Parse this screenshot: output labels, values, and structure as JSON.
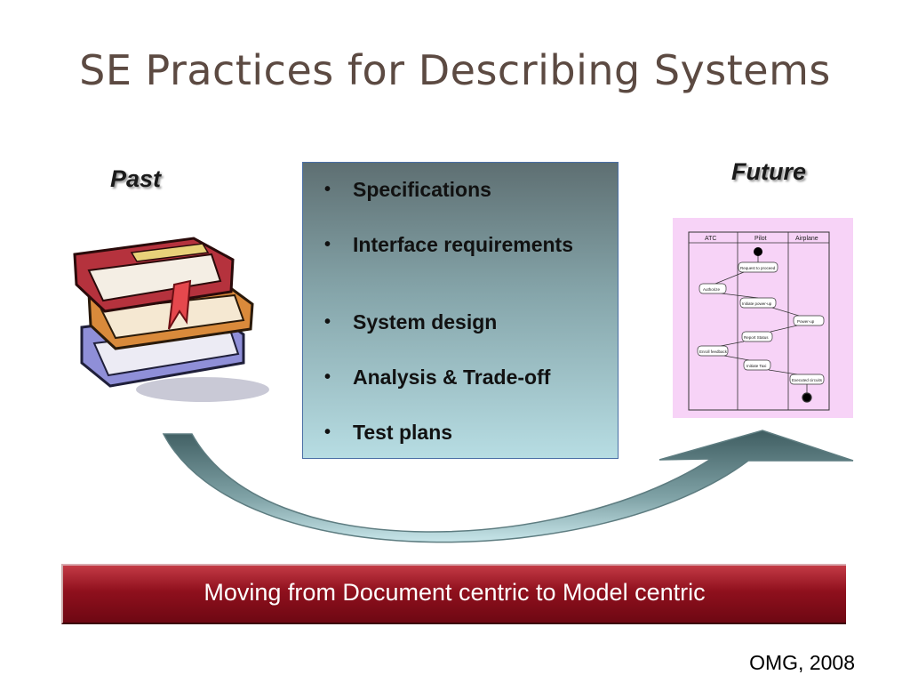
{
  "title": "SE Practices for Describing Systems",
  "past_label": "Past",
  "future_label": "Future",
  "practices": [
    "Specifications",
    "Interface requirements",
    "System design",
    "Analysis & Trade-off",
    "Test plans"
  ],
  "activity_diagram": {
    "lanes": [
      "ATC",
      "Pilot",
      "Airplane"
    ],
    "actions": [
      "Request to proceed",
      "Authorize",
      "Initiate power-up",
      "Power-up",
      "Report Status",
      "Enroll feedback",
      "Initiate Taxi",
      "Executed circuits"
    ]
  },
  "banner": "Moving from Document centric to Model centric",
  "citation": "OMG, 2008",
  "colors": {
    "title": "#5c4a42",
    "banner": "#8f101d",
    "diagram_background": "#f7d3f7",
    "arrow": "#6f8f93"
  },
  "icons": {
    "past": "stack-of-books-icon",
    "future": "activity-diagram-icon",
    "transition": "curved-arrow-icon"
  }
}
